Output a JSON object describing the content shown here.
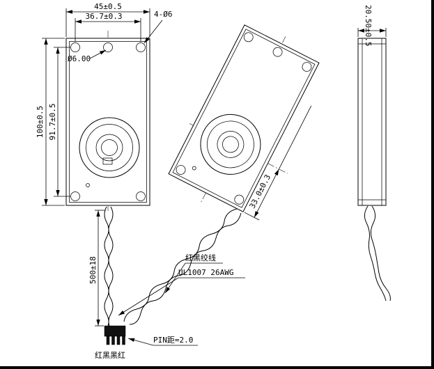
{
  "drawing": {
    "front_view": {
      "dim_width": "45±0.5",
      "dim_hole_span_h": "36.7±0.3",
      "corner_holes_note": "4-Ø6",
      "center_hole_note": "Ø6.00",
      "dim_height": "100±0.5",
      "dim_hole_span_v": "91.7±0.5"
    },
    "rotated_view": {
      "dim_cone_offset": "33.0±0.3"
    },
    "side_view": {
      "dim_thickness": "20.50±0.5"
    },
    "wiring": {
      "dim_wire_length": "500±18",
      "wire_type_label": "红黑绞线",
      "wire_spec_label": "UL1007 26AWG",
      "pin_pitch_label": "PIN距=2.0",
      "wire_color_order": "红黑黑红"
    },
    "colors": {
      "line": "#000000",
      "background": "#ffffff"
    }
  }
}
